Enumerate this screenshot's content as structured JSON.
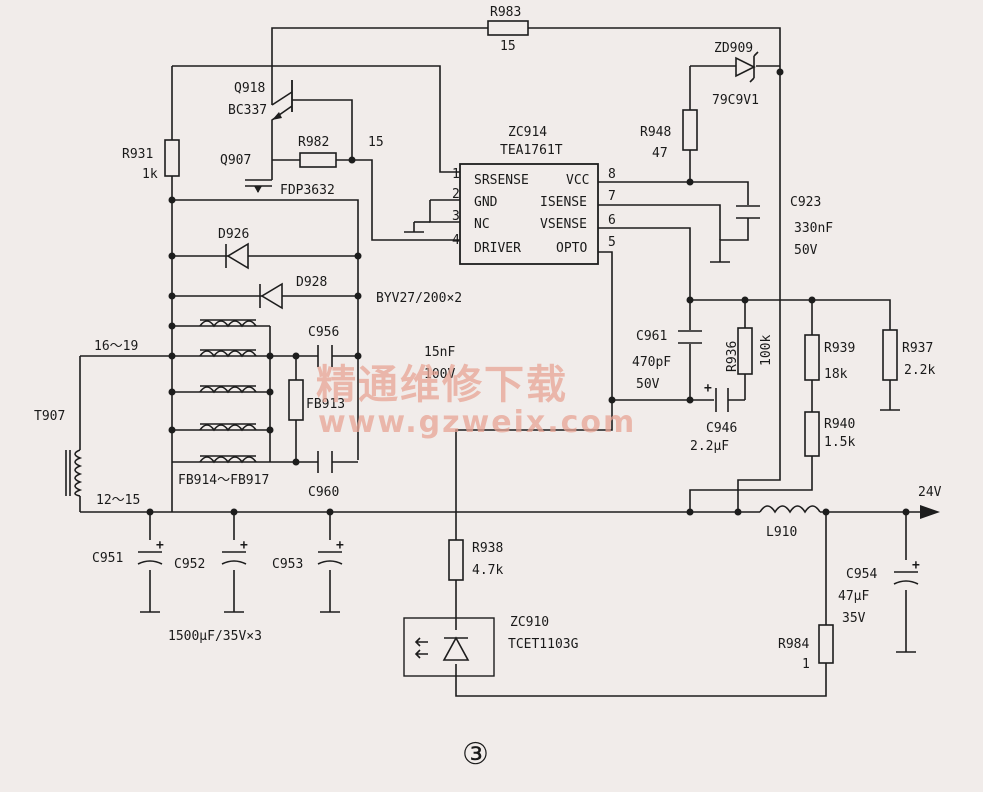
{
  "diagram": {
    "figure_number": "③",
    "ic_main": {
      "ref": "ZC914",
      "part": "TEA1761T",
      "pins": [
        {
          "num": "1",
          "name": "SRSENSE"
        },
        {
          "num": "2",
          "name": "GND"
        },
        {
          "num": "3",
          "name": "NC"
        },
        {
          "num": "4",
          "name": "DRIVER"
        },
        {
          "num": "8",
          "name": "VCC"
        },
        {
          "num": "7",
          "name": "ISENSE"
        },
        {
          "num": "6",
          "name": "VSENSE"
        },
        {
          "num": "5",
          "name": "OPTO"
        }
      ]
    },
    "labels": {
      "r983": "R983",
      "r983_v": "15",
      "zd909": "ZD909",
      "zd909_v": "79C9V1",
      "q918": "Q918",
      "q918_v": "BC337",
      "r948": "R948",
      "r948_v": "47",
      "r931": "R931",
      "r931_v": "1k",
      "r982": "R982",
      "r982_v": "15",
      "q907": "Q907",
      "q907_v": "FDP3632",
      "c923": "C923",
      "c923_v1": "330nF",
      "c923_v2": "50V",
      "d926": "D926",
      "d928": "D928",
      "d_v": "BYV27/200×2",
      "c956": "C956",
      "c956_v1": "15nF",
      "c956_v2": "100V",
      "fb913": "FB913",
      "fb_group": "FB914～FB917",
      "c960": "C960",
      "c961": "C961",
      "c961_v1": "470pF",
      "c961_v2": "50V",
      "r936": "R936",
      "r936_v": "100k",
      "c946": "C946",
      "c946_v": "2.2μF",
      "r939": "R939",
      "r939_v": "18k",
      "r940": "R940",
      "r940_v": "1.5k",
      "r937": "R937",
      "r937_v": "2.2k",
      "t907": "T907",
      "tap_top": "16～19",
      "tap_bot": "12～15",
      "out": "24V",
      "l910": "L910",
      "c951": "C951",
      "c952": "C952",
      "c953": "C953",
      "c_bank": "1500μF/35V×3",
      "r938": "R938",
      "r938_v": "4.7k",
      "zc910": "ZC910",
      "zc910_v": "TCET1103G",
      "c954": "C954",
      "c954_v1": "47μF",
      "c954_v2": "35V",
      "r984": "R984",
      "r984_v": "1"
    },
    "watermark": {
      "cn": "精通维修下载",
      "url": "www.gzweix.com"
    }
  }
}
